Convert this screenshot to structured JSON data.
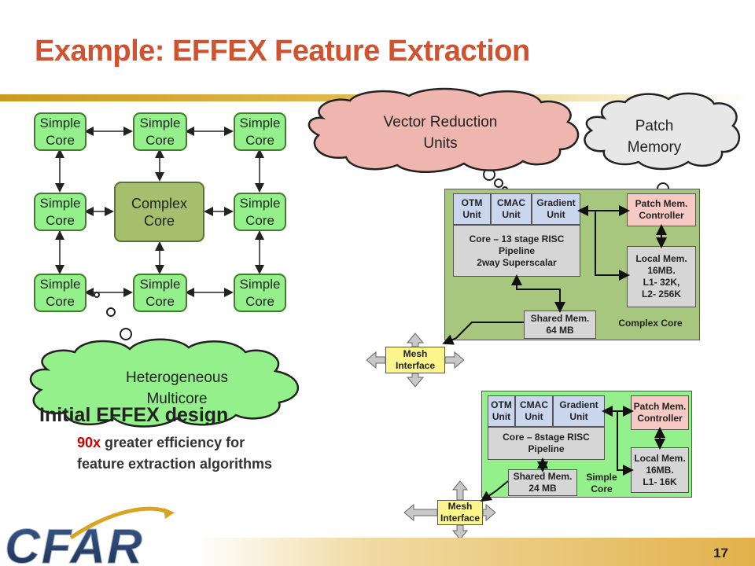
{
  "slide": {
    "title": "Example: EFFEX Feature Extraction",
    "page_number": "17",
    "logo_text": "CFAR"
  },
  "left_diagram": {
    "simple_core_label": [
      "Simple",
      "Core"
    ],
    "complex_core_label": [
      "Complex",
      "Core"
    ]
  },
  "clouds": {
    "vector_reduction": [
      "Vector Reduction",
      "Units"
    ],
    "patch_memory": [
      "Patch",
      "Memory"
    ],
    "heterogeneous": [
      "Heterogeneous",
      "Multicore"
    ]
  },
  "complex_core_detail": {
    "otm": [
      "OTM",
      "Unit"
    ],
    "cmac": [
      "CMAC",
      "Unit"
    ],
    "gradient": [
      "Gradient",
      "Unit"
    ],
    "pipeline": [
      "Core – 13 stage RISC",
      "Pipeline",
      "2way Superscalar"
    ],
    "patch_ctrl": [
      "Patch Mem.",
      "Controller"
    ],
    "local_mem": [
      "Local Mem.",
      "16MB.",
      "L1- 32K,",
      "L2- 256K"
    ],
    "shared_mem": [
      "Shared Mem.",
      "64 MB"
    ],
    "panel_label": "Complex Core",
    "mesh": [
      "Mesh",
      "Interface"
    ]
  },
  "simple_core_detail": {
    "otm": [
      "OTM",
      "Unit"
    ],
    "cmac": [
      "CMAC",
      "Unit"
    ],
    "gradient": [
      "Gradient",
      "Unit"
    ],
    "pipeline": [
      "Core – 8stage RISC",
      "Pipeline"
    ],
    "patch_ctrl": [
      "Patch Mem.",
      "Controller"
    ],
    "local_mem": [
      "Local Mem.",
      "16MB.",
      "L1- 16K"
    ],
    "shared_mem": [
      "Shared Mem.",
      "24 MB"
    ],
    "panel_label": [
      "Simple",
      "Core"
    ],
    "mesh": [
      "Mesh",
      "Interface"
    ]
  },
  "text": {
    "heading": "Initial EFFEX design",
    "highlight": "90x",
    "line1_rest": " greater efficiency for",
    "line2": "feature extraction algorithms"
  },
  "colors": {
    "title": "#d0522e",
    "simple_core": "#93f08a",
    "complex_core": "#a6bf6e",
    "pink_cloud": "#eeb6ae",
    "gray_cloud": "#e7e7e7",
    "green_cloud": "#93f08a",
    "highlight": "#cc0000"
  }
}
